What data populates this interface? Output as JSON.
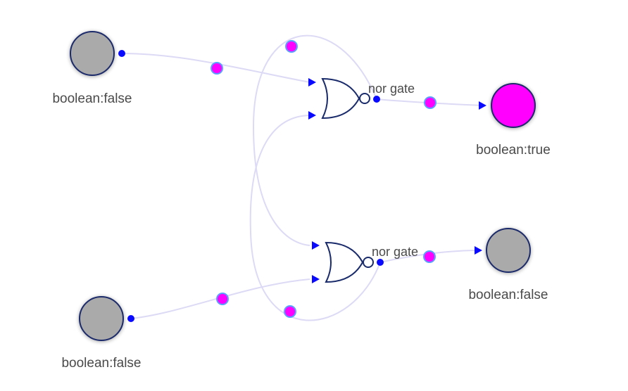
{
  "colors": {
    "true_fill": "#ff00ff",
    "false_fill": "#aaaaaa",
    "port": "#0a0aff",
    "wire": "#dcdaf5",
    "gate_stroke": "#1a2b6b"
  },
  "inputs": [
    {
      "id": "in-top",
      "label": "boolean:false",
      "value": false
    },
    {
      "id": "in-bottom",
      "label": "boolean:false",
      "value": false
    }
  ],
  "gates": [
    {
      "id": "gate-top",
      "label": "nor gate",
      "type": "nor"
    },
    {
      "id": "gate-bottom",
      "label": "nor gate",
      "type": "nor"
    }
  ],
  "outputs": [
    {
      "id": "out-top",
      "label": "boolean:true",
      "value": true
    },
    {
      "id": "out-bottom",
      "label": "boolean:false",
      "value": false
    }
  ]
}
